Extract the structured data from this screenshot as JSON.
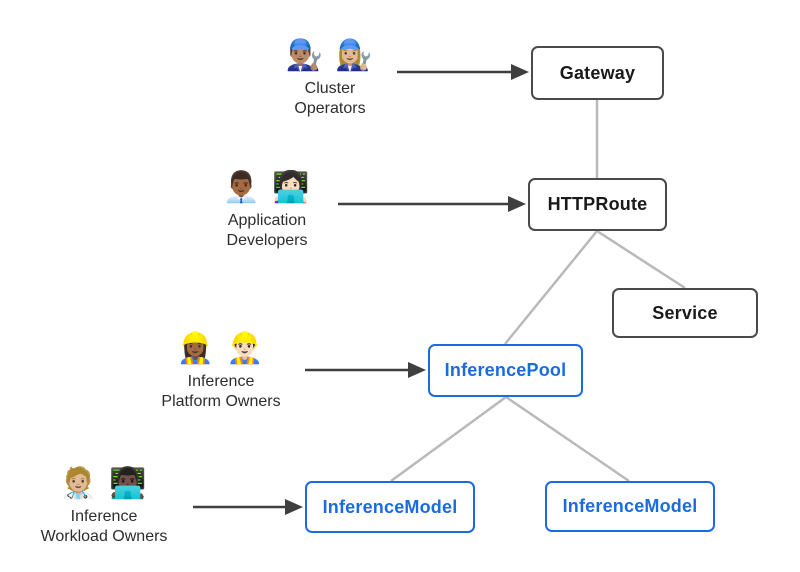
{
  "personas": [
    {
      "emojis": "👨🏽‍🔧 👩🏼‍🔧",
      "line1": "Cluster",
      "line2": "Operators"
    },
    {
      "emojis": "👨🏾‍💼 👩🏻‍💻",
      "line1": "Application",
      "line2": "Developers"
    },
    {
      "emojis": "👷🏾‍♀️ 👷🏻‍♂️",
      "line1": "Inference",
      "line2": "Platform Owners"
    },
    {
      "emojis": "🧑🏼‍⚕️ 👨🏿‍💻",
      "line1": "Inference",
      "line2": "Workload Owners"
    }
  ],
  "nodes": {
    "gateway": {
      "label": "Gateway"
    },
    "httproute": {
      "label": "HTTPRoute"
    },
    "service": {
      "label": "Service"
    },
    "inference_pool": {
      "label": "InferencePool"
    },
    "inference_model_left": {
      "label": "InferenceModel"
    },
    "inference_model_right": {
      "label": "InferenceModel"
    }
  },
  "colors": {
    "standard_node_border": "#4a4a4a",
    "standard_node_text": "#1a1a1a",
    "extension_node_accent": "#1b6be0",
    "edge_gray": "#b9b9b9",
    "arrow_dark": "#3f3f3f",
    "background": "#ffffff"
  }
}
